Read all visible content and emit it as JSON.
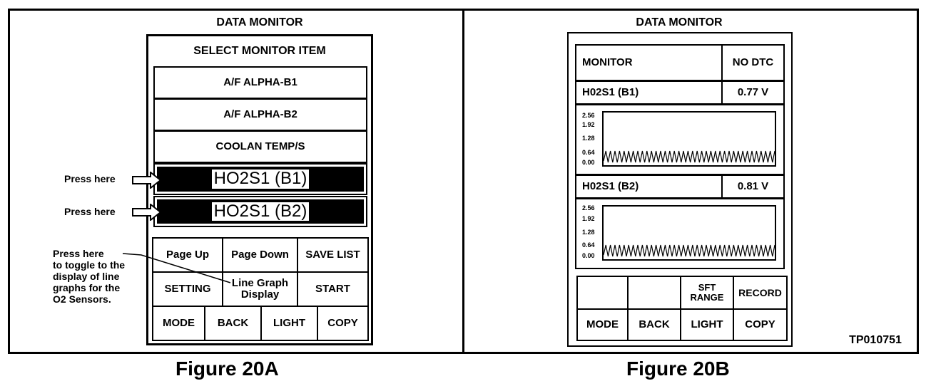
{
  "figure_a": {
    "title": "DATA MONITOR",
    "subtitle": "SELECT MONITOR ITEM",
    "items": [
      "A/F ALPHA-B1",
      "A/F ALPHA-B2",
      "COOLAN TEMP/S"
    ],
    "selected_items": [
      "HO2S1 (B1)",
      "HO2S1 (B2)"
    ],
    "press_here_label": "Press here",
    "toggle_note": [
      "Press here",
      "to toggle to the",
      "display of line",
      "graphs for the",
      "O2 Sensors."
    ],
    "buttons": {
      "page_up": "Page Up",
      "page_down": "Page Down",
      "save_list": "SAVE LIST",
      "setting": "SETTING",
      "line_graph": [
        "Line Graph",
        "Display"
      ],
      "start": "START",
      "mode": "MODE",
      "back": "BACK",
      "light": "LIGHT",
      "copy": "COPY"
    },
    "caption": "Figure 20A"
  },
  "figure_b": {
    "title": "DATA MONITOR",
    "header_left": "MONITOR",
    "header_right": "NO DTC",
    "sensors": [
      {
        "name": "H02S1 (B1)",
        "value": "0.77 V"
      },
      {
        "name": "H02S1 (B2)",
        "value": "0.81 V"
      }
    ],
    "y_ticks": [
      "2.56",
      "1.92",
      "1.28",
      "0.64",
      "0.00"
    ],
    "buttons": {
      "sft_range": [
        "SFT",
        "RANGE"
      ],
      "record": "RECORD",
      "mode": "MODE",
      "back": "BACK",
      "light": "LIGHT",
      "copy": "COPY"
    },
    "caption": "Figure 20B"
  },
  "figure_code": "TP010751"
}
